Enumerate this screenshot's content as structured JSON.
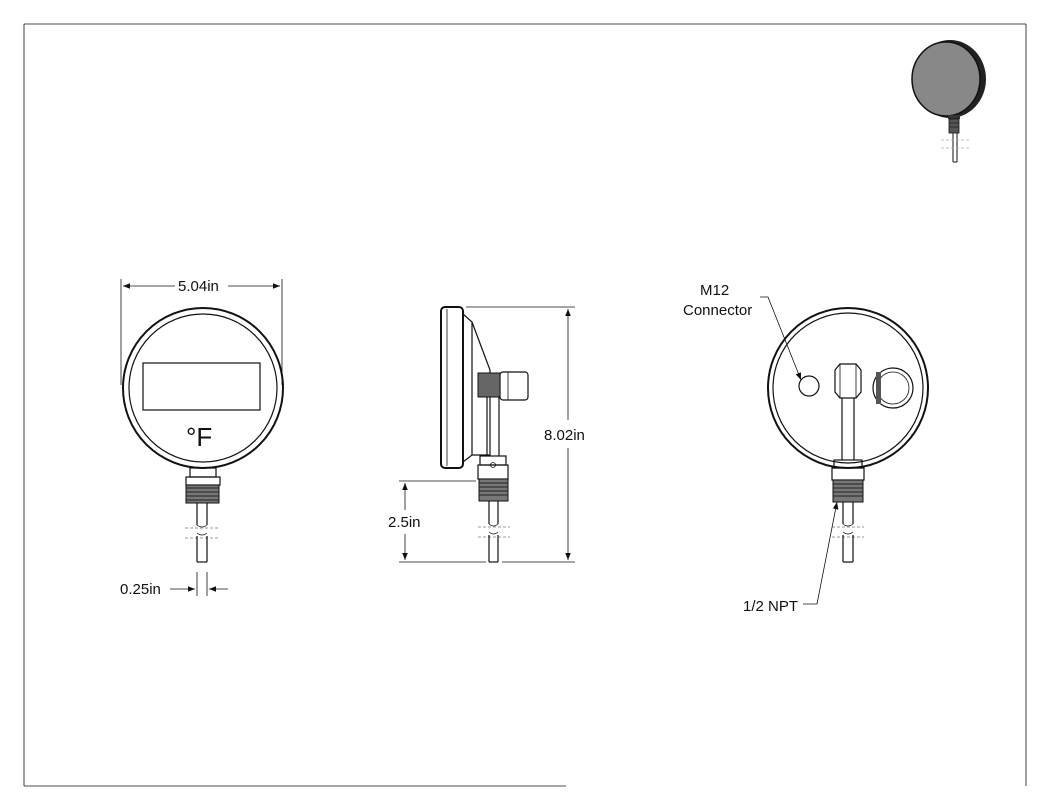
{
  "drawing": {
    "front_view": {
      "width_label": "5.04in",
      "stem_label": "0.25in",
      "unit_symbol": "°F"
    },
    "side_view": {
      "height_label": "8.02in",
      "stem_length_label": "2.5in"
    },
    "back_view": {
      "connector_label_line1": "M12",
      "connector_label_line2": "Connector",
      "thread_label": "1/2 NPT"
    }
  }
}
